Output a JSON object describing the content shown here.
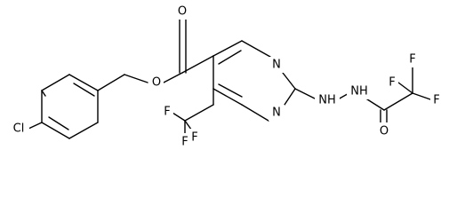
{
  "molecule": {
    "atoms": {
      "cl": "Cl",
      "o_ester": "O",
      "o_carbonyl": "O",
      "n3": "N",
      "n1": "N",
      "nh_a": "NH",
      "nh_b": "NH",
      "o_amide": "O",
      "f_cf3_1": "F",
      "f_cf3_2": "F",
      "f_cf3_3": "F",
      "f_tfa_1": "F",
      "f_tfa_2": "F",
      "f_tfa_3": "F"
    },
    "colors": {
      "bond": "#000000",
      "label": "#000000",
      "background": "#ffffff"
    }
  }
}
